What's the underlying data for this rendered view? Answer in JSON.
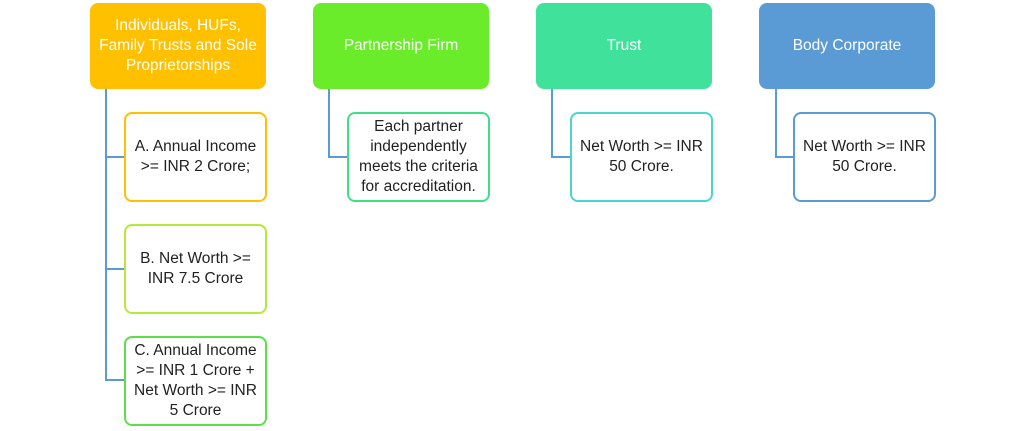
{
  "colors": {
    "connector": "#5B9BD5"
  },
  "categories": [
    {
      "title": "Individuals, HUFs, Family Trusts and Sole Proprietorships",
      "color": "#FFC000",
      "criteria": [
        {
          "text": "A. Annual Income >= INR 2 Crore;",
          "border": "#FFC000"
        },
        {
          "text": "B. Net Worth >= INR 7.5 Crore",
          "border": "#B5EA3C"
        },
        {
          "text": "C. Annual Income >= INR 1 Crore + Net Worth >= INR 5 Crore",
          "border": "#5BE04A"
        }
      ]
    },
    {
      "title": "Partnership Firm",
      "color": "#6AEC2A",
      "criteria": [
        {
          "text": "Each partner independently meets the criteria for accreditation.",
          "border": "#3FDF8A"
        }
      ]
    },
    {
      "title": "Trust",
      "color": "#40E19B",
      "criteria": [
        {
          "text": "Net Worth >= INR 50 Crore.",
          "border": "#48D6CF"
        }
      ]
    },
    {
      "title": "Body Corporate",
      "color": "#5B9BD5",
      "criteria": [
        {
          "text": "Net Worth >= INR 50 Crore.",
          "border": "#5B9BD5"
        }
      ]
    }
  ]
}
